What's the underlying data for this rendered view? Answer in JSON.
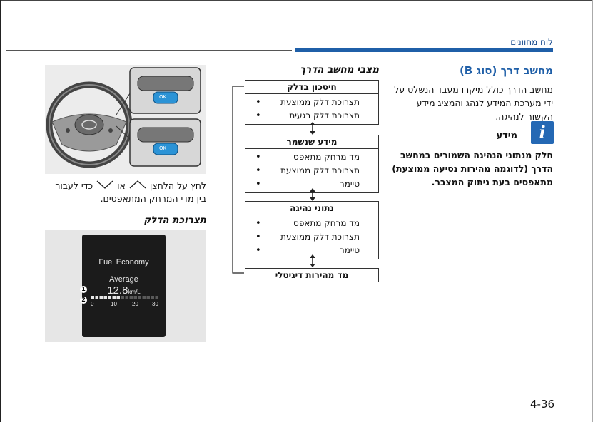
{
  "header": {
    "section_name": "לוח מחוונים"
  },
  "page_number": "4-36",
  "trip_computer": {
    "title": "מחשב דרך (סוג B)",
    "intro": "מחשב הדרך כולל מיקרו מעבד הנשלט על ידי מערכת המידע לנהג והמציג מידע הקשור לנהיגה.",
    "info": {
      "icon": "info-icon",
      "heading": "מידע",
      "body": "חלק מנתוני הנהיגה השמורים במחשב הדרך (לדוגמה מהירות נסיעה ממוצעת) מתאפסים בעת ניתוק המצבר."
    }
  },
  "modes": {
    "heading": "מצבי מחשב הדרך",
    "boxes": [
      {
        "title": "חיסכון בדלק",
        "items": [
          "תצרוכת דלק ממוצעת",
          "תצרוכת דלק רגעית"
        ]
      },
      {
        "title": "מידע שנשמר",
        "items": [
          "מד מרחק מתאפס",
          "תצרוכת דלק ממוצעת",
          "טיימר"
        ]
      },
      {
        "title": "נתוני נהיגה",
        "items": [
          "מד מרחק מתאפס",
          "תצרוכת דלק ממוצעת",
          "טיימר"
        ]
      },
      {
        "title": "מד מהירות דיגיטלי",
        "items": []
      }
    ]
  },
  "switch_text": {
    "part1": "לחץ על הלחצן",
    "part2": "או",
    "part3": "כדי לעבור בין מדי המרחק המתאפסים.",
    "up_icon": "chevron-up-icon",
    "down_icon": "chevron-down-icon"
  },
  "steering_figure": {
    "button_label": "OK"
  },
  "fuel": {
    "heading": "תצרוכת הדלק",
    "cluster": {
      "title": "Fuel Economy",
      "average_label": "Average",
      "value": "12.8",
      "unit": "km/L",
      "scale_ticks": [
        "0",
        "10",
        "20",
        "30"
      ],
      "markers": [
        "1",
        "2"
      ],
      "bar_fill_fraction": 0.43
    }
  }
}
